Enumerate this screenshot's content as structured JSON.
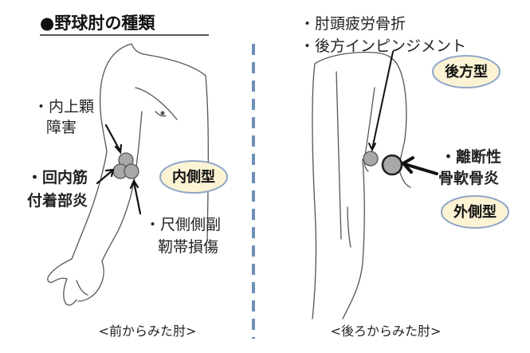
{
  "title": "●野球肘の種類",
  "front": {
    "caption": "<前からみた肘>",
    "labels": {
      "medial_epicondyle_line1": "・内上顆",
      "medial_epicondyle_line2": "障害",
      "pronator_line1": "・回内筋",
      "pronator_line2": "付着部炎",
      "ucl_line1": "・尺側側副",
      "ucl_line2": "靭帯損傷"
    },
    "type_badge": "内側型"
  },
  "back": {
    "caption": "<後ろからみた肘>",
    "labels": {
      "olecranon_stress": "・肘頭疲労骨折",
      "posterior_impingement": "・後方インピンジメント",
      "ocd_line1": "・離断性",
      "ocd_line2": "骨軟骨炎"
    },
    "posterior_badge": "後方型",
    "lateral_badge": "外側型"
  },
  "colors": {
    "badge_fill": "#fbf3d4",
    "badge_stroke": "#8fa6c9",
    "divider": "#6d8fb8",
    "marker_fill": "#a8a8a8",
    "outline": "#555555"
  }
}
